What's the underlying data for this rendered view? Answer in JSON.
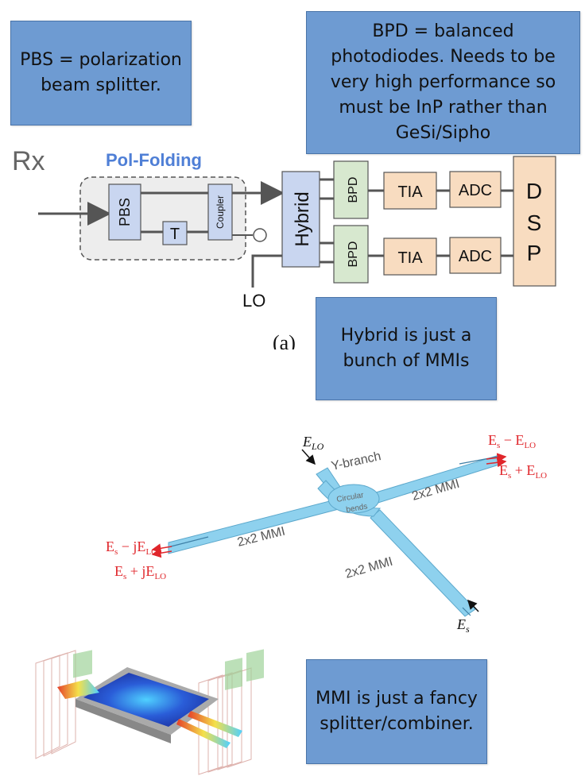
{
  "notes": {
    "pbs": "PBS = polarization beam splitter.",
    "bpd": "BPD = balanced photodiodes. Needs to be very high performance so must be InP rather than GeSi/Sipho",
    "hybrid": "Hybrid is just a bunch of MMIs",
    "mmi": "MMI is just a fancy splitter/combiner."
  },
  "receiver": {
    "title": "Rx",
    "pol_folding": "Pol-Folding",
    "pbs": "PBS",
    "t": "T",
    "coupler": "Coupler",
    "hybrid": "Hybrid",
    "bpd": "BPD",
    "tia": "TIA",
    "adc": "ADC",
    "dsp": [
      "D",
      "S",
      "P"
    ],
    "lo": "LO",
    "caption": "(a)"
  },
  "hybrid_diagram": {
    "e_lo": "E",
    "e_lo_sub": "LO",
    "y_branch": "Y-branch",
    "circular_bends": [
      "Circular",
      "bends"
    ],
    "mmi_label": "2x2 MMI",
    "out_right_1": "E",
    "out_right_1_sub": "s",
    "out_right_1_mid": " − E",
    "out_right_1_sub2": "LO",
    "out_right_2": "E",
    "out_right_2_sub": "s",
    "out_right_2_mid": " + E",
    "out_right_2_sub2": "LO",
    "out_left_1_mid": " − jE",
    "out_left_2_mid": " + jE",
    "e_s": "E",
    "e_s_sub": "s"
  },
  "colors": {
    "note_bg": "#6e9bd2",
    "pol_folding": "#4f7fd6",
    "tia_adc": "#f8dcc0",
    "bpd": "#d7e8cf",
    "hybrid": "#c9d6f0",
    "waveguide": "#8ed1ee",
    "label_red": "#e0262b"
  }
}
